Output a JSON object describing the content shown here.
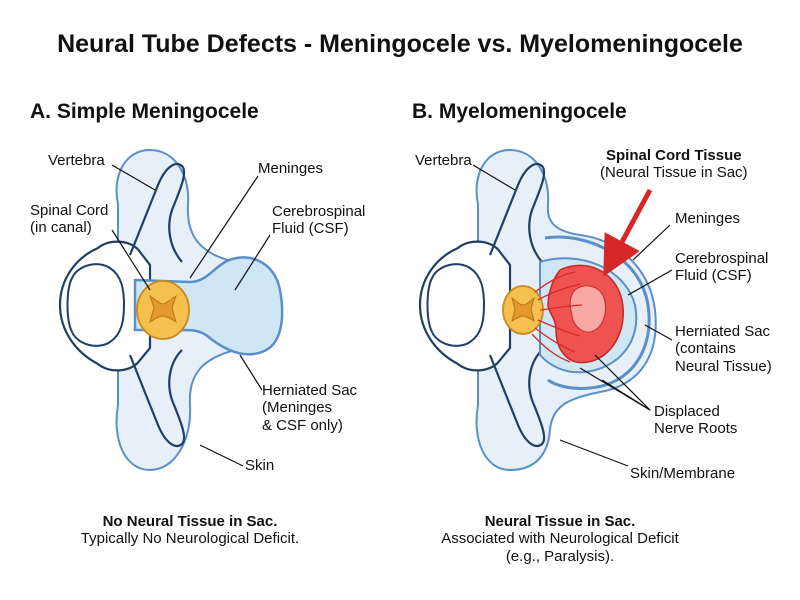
{
  "title": "Neural Tube Defects - Meningocele vs. Myelomeningocele",
  "panel_a": {
    "heading": "A. Simple Meningocele",
    "labels": {
      "vertebra": "Vertebra",
      "spinal_cord_1": "Spinal Cord",
      "spinal_cord_2": "(in canal)",
      "meninges": "Meninges",
      "csf_1": "Cerebrospinal",
      "csf_2": "Fluid (CSF)",
      "sac_1": "Herniated Sac",
      "sac_2": "(Meninges",
      "sac_3": "& CSF only)",
      "skin": "Skin"
    },
    "caption_bold": "No Neural Tissue in Sac.",
    "caption": "Typically No Neurological Deficit."
  },
  "panel_b": {
    "heading": "B. Myelomeningocele",
    "labels": {
      "vertebra": "Vertebra",
      "tissue_bold": "Spinal Cord Tissue",
      "tissue_sub": "(Neural Tissue in Sac)",
      "meninges": "Meninges",
      "csf_1": "Cerebrospinal",
      "csf_2": "Fluid (CSF)",
      "sac_1": "Herniated Sac",
      "sac_2": "(contains",
      "sac_3": "Neural Tissue)",
      "roots_1": "Displaced",
      "roots_2": "Nerve Roots",
      "skin": "Skin/Membrane"
    },
    "caption_bold": "Neural Tissue in Sac.",
    "caption_1": "Associated with Neurological Deficit",
    "caption_2": "(e.g., Paralysis)."
  },
  "colors": {
    "bone_fill": "#ffffff",
    "bone_outline": "#1f3f66",
    "membrane": "#5b8fc9",
    "csf": "#cfe6f5",
    "cord": "#f5c04e",
    "cord_gray": "#e29a2c",
    "neural": "#ef5350",
    "neural_light": "#f7a7a4",
    "arrow": "#d62828"
  }
}
